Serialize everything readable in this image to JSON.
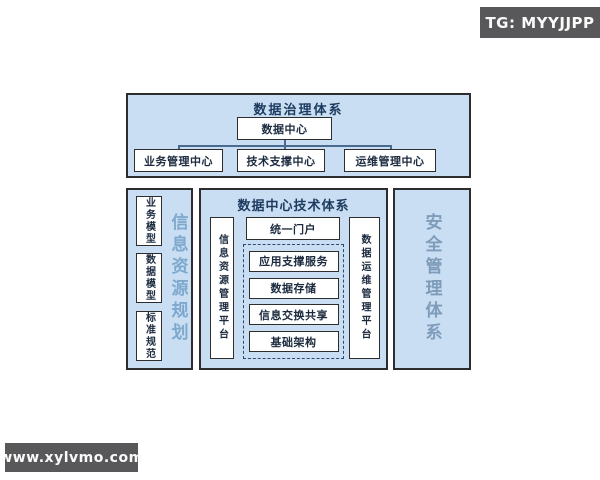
{
  "badges": {
    "tg": "TG: MYYJJPP",
    "site": "www.xylvmo.com"
  },
  "colors": {
    "panel_fill": "#c9def2",
    "line_dark": "#2d2d2d",
    "navy": "#1d3a5f",
    "box_text": "#1c2b3f",
    "planning_blue": "#7ea8cd",
    "security_blue": "#7e9cba",
    "connector": "#4a6a90",
    "badge_bg": "#58585a",
    "dashed": "#2c4a6e"
  },
  "governance": {
    "title": "数据治理体系",
    "root": "数据中心",
    "children": [
      "业务管理中心",
      "技术支撑中心",
      "运维管理中心"
    ]
  },
  "planning": {
    "title": "信息资源规划",
    "items": [
      "业务模型",
      "数据模型",
      "标准规范"
    ]
  },
  "tech": {
    "title": "数据中心技术体系",
    "left_platform": "信息资源管理平台",
    "portal": "统一门户",
    "modules": [
      "应用支撑服务",
      "数据存储",
      "信息交换共享",
      "基础架构"
    ],
    "right_platform": "数据运维管理平台"
  },
  "security": {
    "title": "安全管理体系"
  }
}
